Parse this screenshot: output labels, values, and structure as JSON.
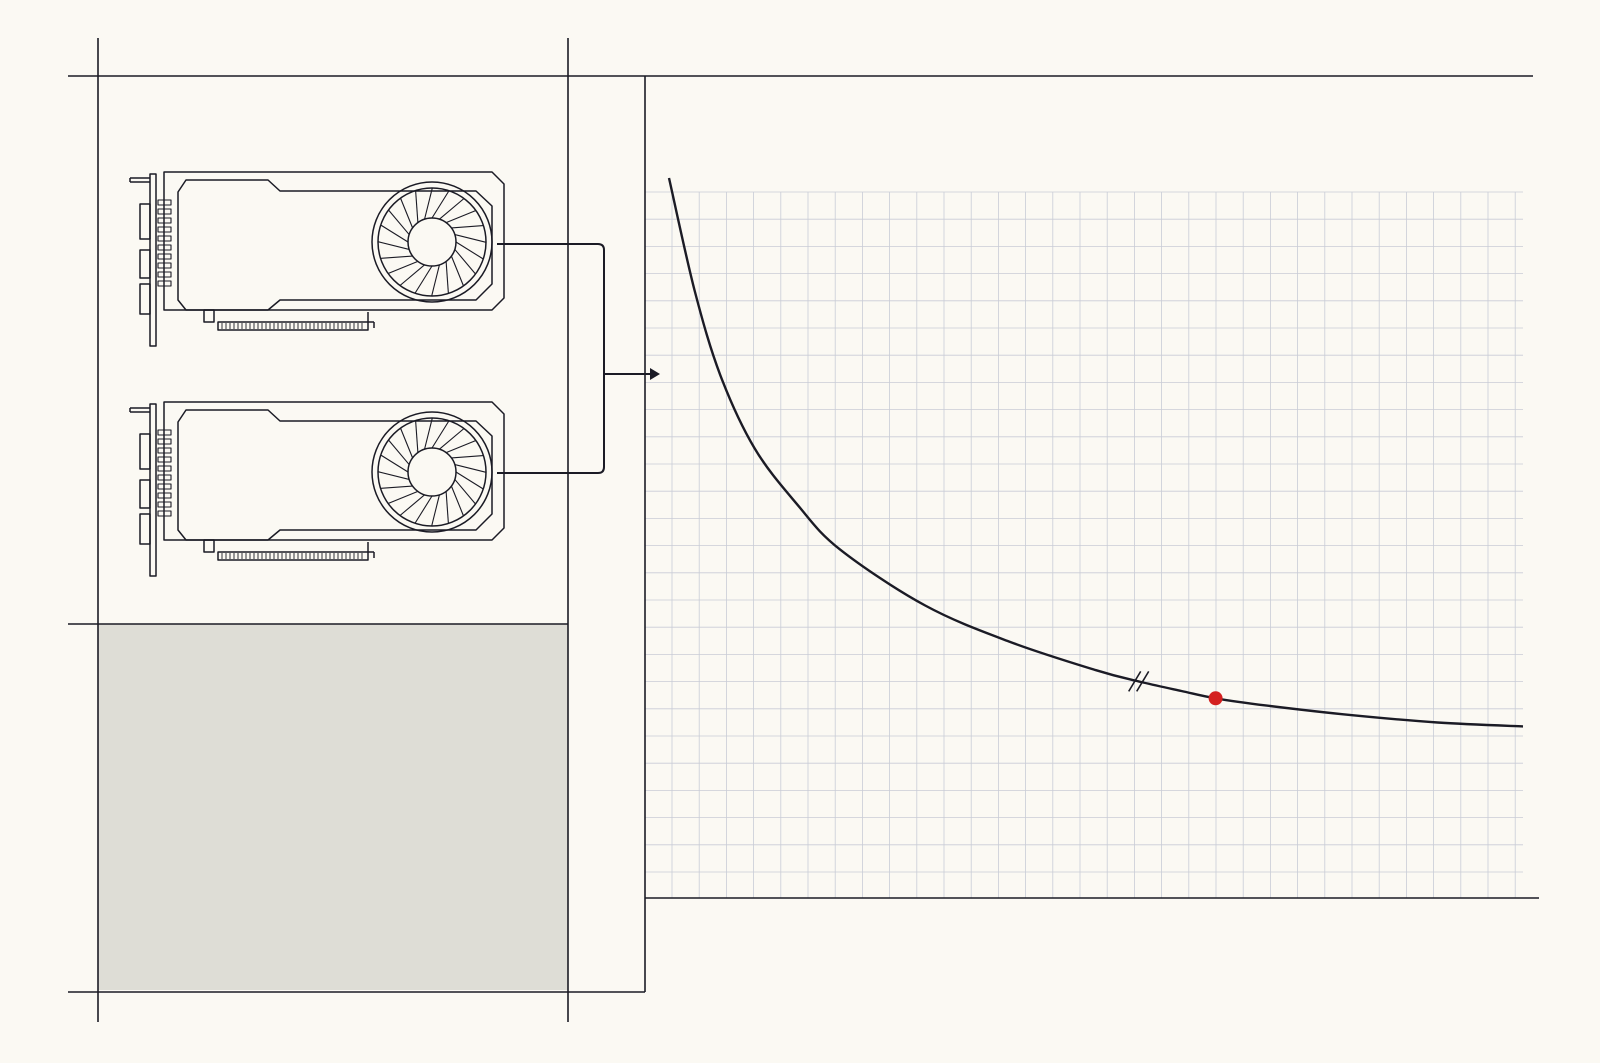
{
  "colors": {
    "background": "#fbf9f3",
    "ink": "#1b1b25",
    "grid": "#c9ccd6",
    "panel_fill": "#deddd6",
    "highlight": "#d42020"
  },
  "icons": {
    "gpu_card": "gpu-card-icon",
    "fan": "fan-icon",
    "arrow": "arrow-right-icon"
  },
  "diagram": {
    "gpu_count": 2,
    "connector": "merge-bracket-arrow",
    "shaded_panel": true
  },
  "chart_data": {
    "type": "line",
    "grid": true,
    "shape": "decaying-curve",
    "axis_break_marker": true,
    "highlight_point": {
      "color": "#d42020"
    },
    "x": [
      0.0,
      0.03,
      0.06,
      0.1,
      0.15,
      0.2,
      0.3,
      0.4,
      0.5,
      0.55,
      0.6,
      0.64,
      0.7,
      0.8,
      0.9,
      1.0
    ],
    "y": [
      1.0,
      0.8,
      0.65,
      0.52,
      0.42,
      0.34,
      0.24,
      0.175,
      0.125,
      0.105,
      0.088,
      0.075,
      0.062,
      0.045,
      0.032,
      0.025
    ],
    "highlight_index": 11,
    "break_x": 0.55,
    "xlim": [
      0,
      1
    ],
    "ylim": [
      -0.28,
      1.0
    ]
  }
}
